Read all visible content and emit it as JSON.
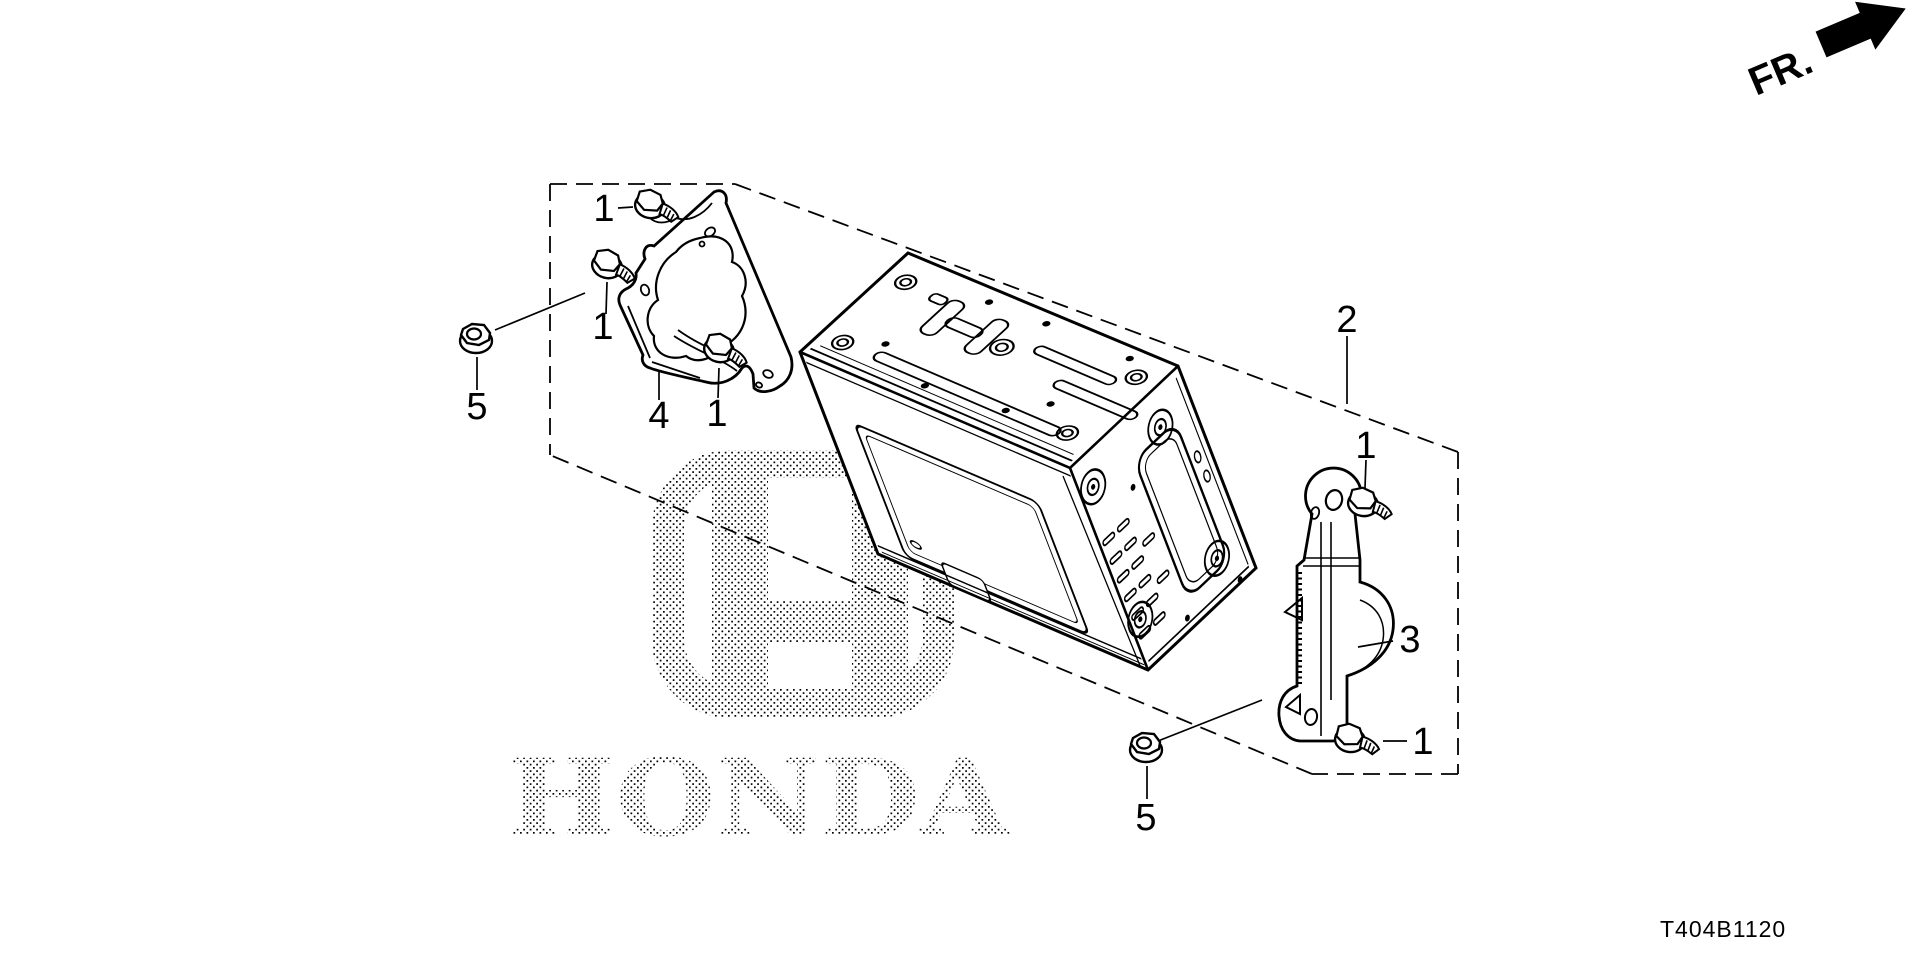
{
  "diagram": {
    "code": "T404B1120",
    "direction_label": "FR.",
    "line_color": "#000000",
    "background_color": "#ffffff"
  },
  "watermark": {
    "logo_name": "honda-h-logo",
    "wordmark": "HONDA",
    "style": "halftone-dots"
  },
  "parts": [
    {
      "callout": "1",
      "shape": "flange-bolt"
    },
    {
      "callout": "2",
      "shape": "assembly-boundary"
    },
    {
      "callout": "3",
      "shape": "right-bracket"
    },
    {
      "callout": "4",
      "shape": "left-bracket"
    },
    {
      "callout": "5",
      "shape": "flange-nut"
    }
  ],
  "callouts": [
    {
      "id": "bolt-top-left",
      "label": "1"
    },
    {
      "id": "bolt-mid-left",
      "label": "1"
    },
    {
      "id": "left-bracket",
      "label": "4"
    },
    {
      "id": "bolt-lower-left",
      "label": "1"
    },
    {
      "id": "flange-nut-left",
      "label": "5"
    },
    {
      "id": "assembly-boundary",
      "label": "2"
    },
    {
      "id": "bolt-right-top",
      "label": "1"
    },
    {
      "id": "right-bracket",
      "label": "3"
    },
    {
      "id": "bolt-right-bottom",
      "label": "1"
    },
    {
      "id": "flange-nut-bottom",
      "label": "5"
    }
  ]
}
